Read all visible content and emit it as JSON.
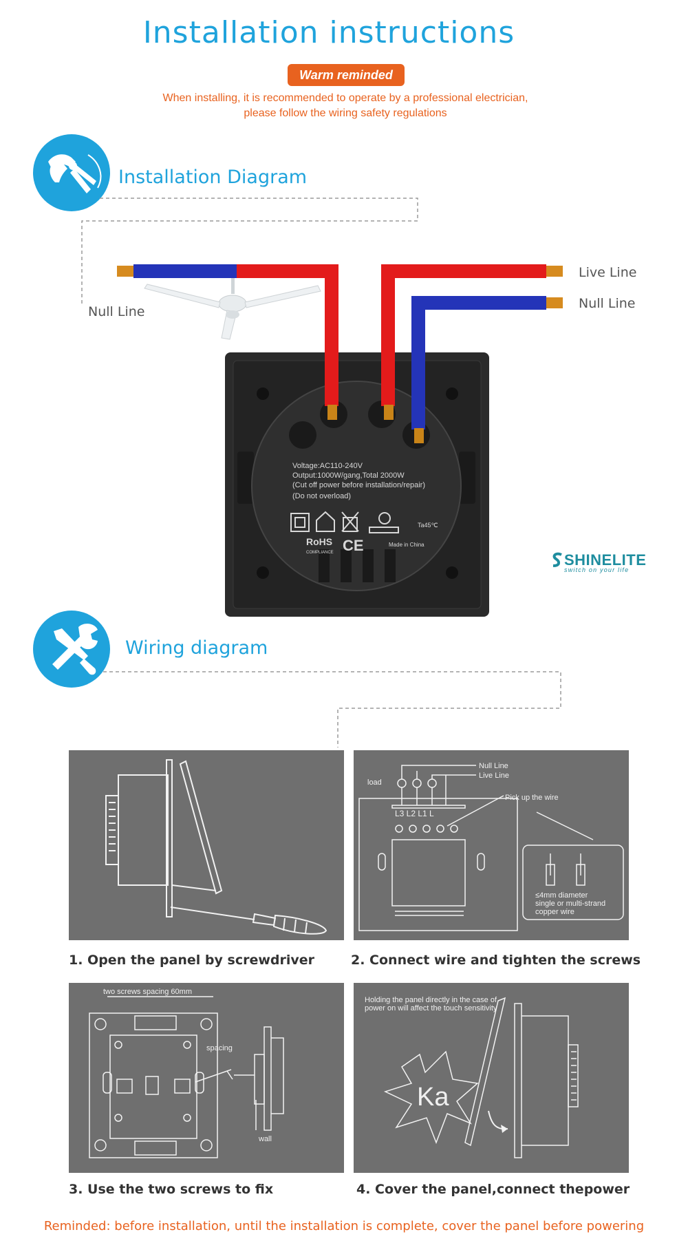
{
  "header": {
    "title": "Installation instructions",
    "warning_badge": "Warm reminded",
    "warning_line1": "When installing, it is recommended to operate by a professional electrician,",
    "warning_line2": "please follow the wiring safety regulations"
  },
  "installation": {
    "title": "Installation Diagram",
    "icon": "pliers-icon",
    "labels": {
      "null_left": "Null Line",
      "live_right": "Live Line",
      "null_right": "Null Line"
    },
    "device_text": {
      "voltage": "Voltage:AC110-240V",
      "output": "Output:1000W/gang,Total 2000W",
      "cutoff": "(Cut off power before installation/repair)",
      "overload": "(Do not overload)",
      "ta": "Ta45℃",
      "rohs": "RoHS",
      "rohs_sub": "COMPLIANCE",
      "ce": "CE",
      "made_in": "Made in China"
    }
  },
  "brand": {
    "name": "SHINELITE",
    "tagline": "switch on your life"
  },
  "wiring": {
    "title": "Wiring diagram",
    "icon": "wrench-screwdriver-icon"
  },
  "steps": [
    {
      "caption": "1. Open the panel by screwdriver"
    },
    {
      "caption": "2. Connect wire and tighten the screws",
      "texts": {
        "null_line": "Null Line",
        "live_line": "Live Line",
        "load": "load",
        "terminals": "L3 L2 L1 L",
        "pick": "Pick up the wire",
        "spec1": "≤4mm diameter",
        "spec2": "single or multi-strand",
        "spec3": "copper wire"
      }
    },
    {
      "caption": "3. Use the two screws to fix",
      "texts": {
        "spacing_top": "two screws spacing 60mm",
        "spacing": "spacing",
        "wall": "wall"
      }
    },
    {
      "caption": "4. Cover the panel,connect thepower",
      "texts": {
        "warn1": "Holding the panel directly in the case of",
        "warn2": "power on will affect the touch sensitivity",
        "ka": "Ka"
      }
    }
  ],
  "footer": {
    "reminder": "Reminded: before installation, until the installation is complete, cover the panel before powering"
  },
  "colors": {
    "accent_blue": "#1fa3dc",
    "warning_orange": "#e8621f",
    "live_wire_red": "#e31b1b",
    "null_wire_blue": "#2434b8",
    "panel_black": "#2b2b2b",
    "step_gray": "#6f6f6f",
    "brand_teal": "#1e8d9f"
  }
}
